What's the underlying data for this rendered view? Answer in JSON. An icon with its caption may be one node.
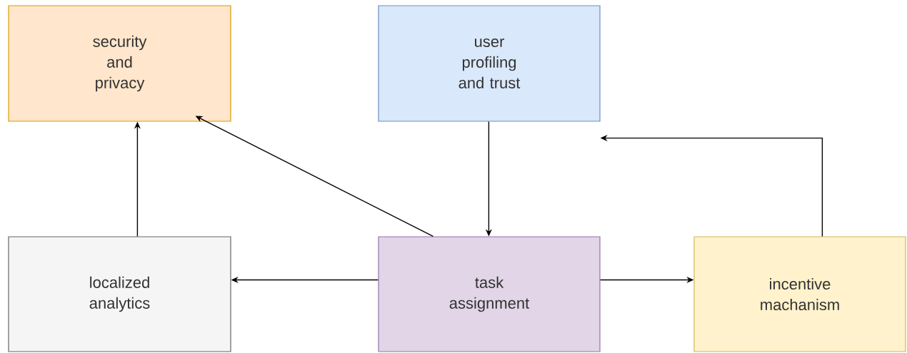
{
  "diagram": {
    "nodes": [
      {
        "text": [
          "security and privacy"
        ]
      },
      {
        "text": [
          "user profiling and trust"
        ]
      },
      {
        "text": [
          "localized analytics"
        ]
      },
      {
        "text": [
          "task assignment"
        ]
      },
      {
        "text": [
          "incentive machanism"
        ]
      }
    ],
    "edges": [
      {
        "from": 2,
        "to": 0,
        "arrow": "to"
      },
      {
        "from": 3,
        "to": 0,
        "arrow": "to"
      },
      {
        "from": 1,
        "to": 3,
        "arrow": "to"
      },
      {
        "from": 3,
        "to": 2,
        "arrow": "to"
      },
      {
        "from": 3,
        "to": 4,
        "arrow": "to"
      },
      {
        "from": 4,
        "to": 1,
        "arrow": "to"
      }
    ]
  }
}
